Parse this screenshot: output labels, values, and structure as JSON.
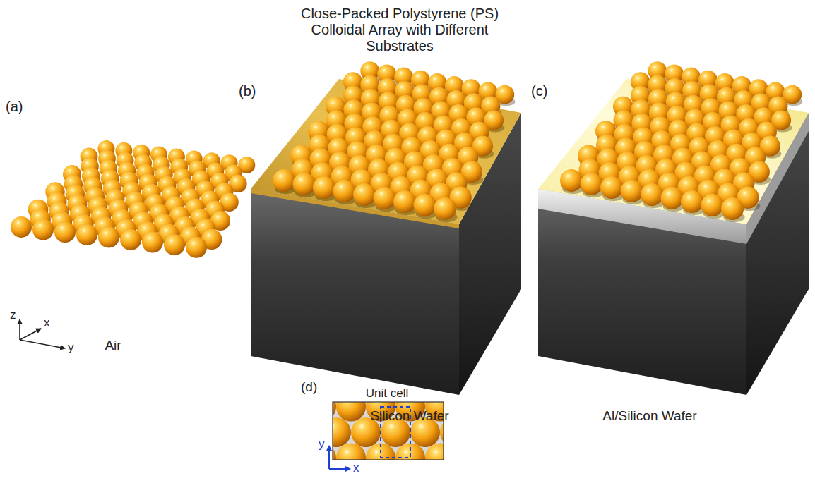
{
  "diagram": {
    "title": "Close-Packed Polystyrene (PS) Colloidal Array with Different Substrates",
    "labels": [
      "(a)",
      "(b)",
      "(c)",
      "z",
      "x",
      "y",
      "Air",
      "Silicon Wafer",
      "Al/Silicon Wafer",
      "(d)",
      "Unit cell",
      "y",
      "x"
    ]
  }
}
